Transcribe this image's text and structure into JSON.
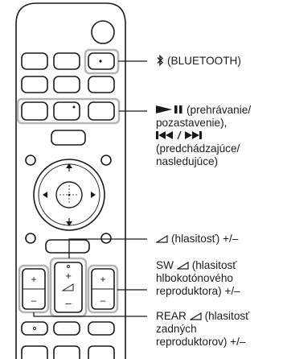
{
  "labels": {
    "bluetooth": "(BLUETOOTH)",
    "play_line1": "(prehrávanie/",
    "play_line2": "pozastavenie),",
    "play_line4": "(predchádzajúce/",
    "play_line5": "nasledujúce)",
    "volume": "(hlasitosť) +/–",
    "sw_prefix": "SW",
    "sw_line1_suffix": "(hlasitosť",
    "sw_line2": "hlbokotónového",
    "sw_line3": "reproduktora) +/–",
    "rear_prefix": "REAR",
    "rear_line1_suffix": "(hlasitosť",
    "rear_line2": "zadných",
    "rear_line3": "reproduktorov) +/–"
  },
  "remote_keys": {
    "plus": "+",
    "minus": "–"
  },
  "icons": [
    "bluetooth-icon",
    "play-pause-icon",
    "previous-next-icon",
    "volume-icon"
  ],
  "colors": {
    "outline": "#1a1a1a",
    "highlight": "#b4b4b4",
    "background": "#ffffff"
  }
}
